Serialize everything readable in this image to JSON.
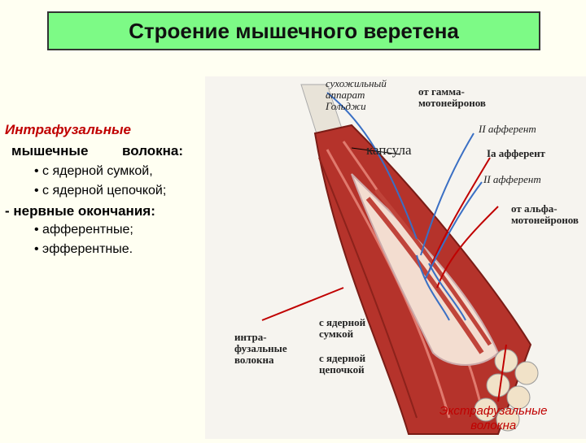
{
  "title": "Строение мышечного веретена",
  "left_panel": {
    "heading_1": "Интрафузальные",
    "heading_2a": "мышечные",
    "heading_2b": "волокна:",
    "items_1": [
      "с ядерной сумкой,",
      "с ядерной цепочкой;"
    ],
    "heading_3": "- нервные окончания:",
    "items_2": [
      "афферентные;",
      "эфферентные."
    ]
  },
  "figure_labels": {
    "golgi_1": "сухожильный",
    "golgi_2": "аппарат",
    "golgi_3": "Гольджи",
    "gamma_1": "от гамма-",
    "gamma_2": "мотонейронов",
    "capsule": "капсула",
    "aff2_top": "II афферент",
    "aff1a": "Ia афферент",
    "aff2_bottom": "II афферент",
    "alpha_1": "от альфа-",
    "alpha_2": "мотонейронов",
    "intra_1": "интра-",
    "intra_2": "фузальные",
    "intra_3": "волокна",
    "bag_1": "с ядерной",
    "bag_2": "сумкой",
    "chain_1": "с ядерной",
    "chain_2": "цепочкой"
  },
  "bottom_caption": {
    "line_1": "Экстрафузальные",
    "line_2": "волокна"
  },
  "colors": {
    "title_bg": "#7dfa86",
    "accent_red": "#c00000",
    "muscle": "#b5332b",
    "nerve_blue": "#3a6fc4"
  }
}
